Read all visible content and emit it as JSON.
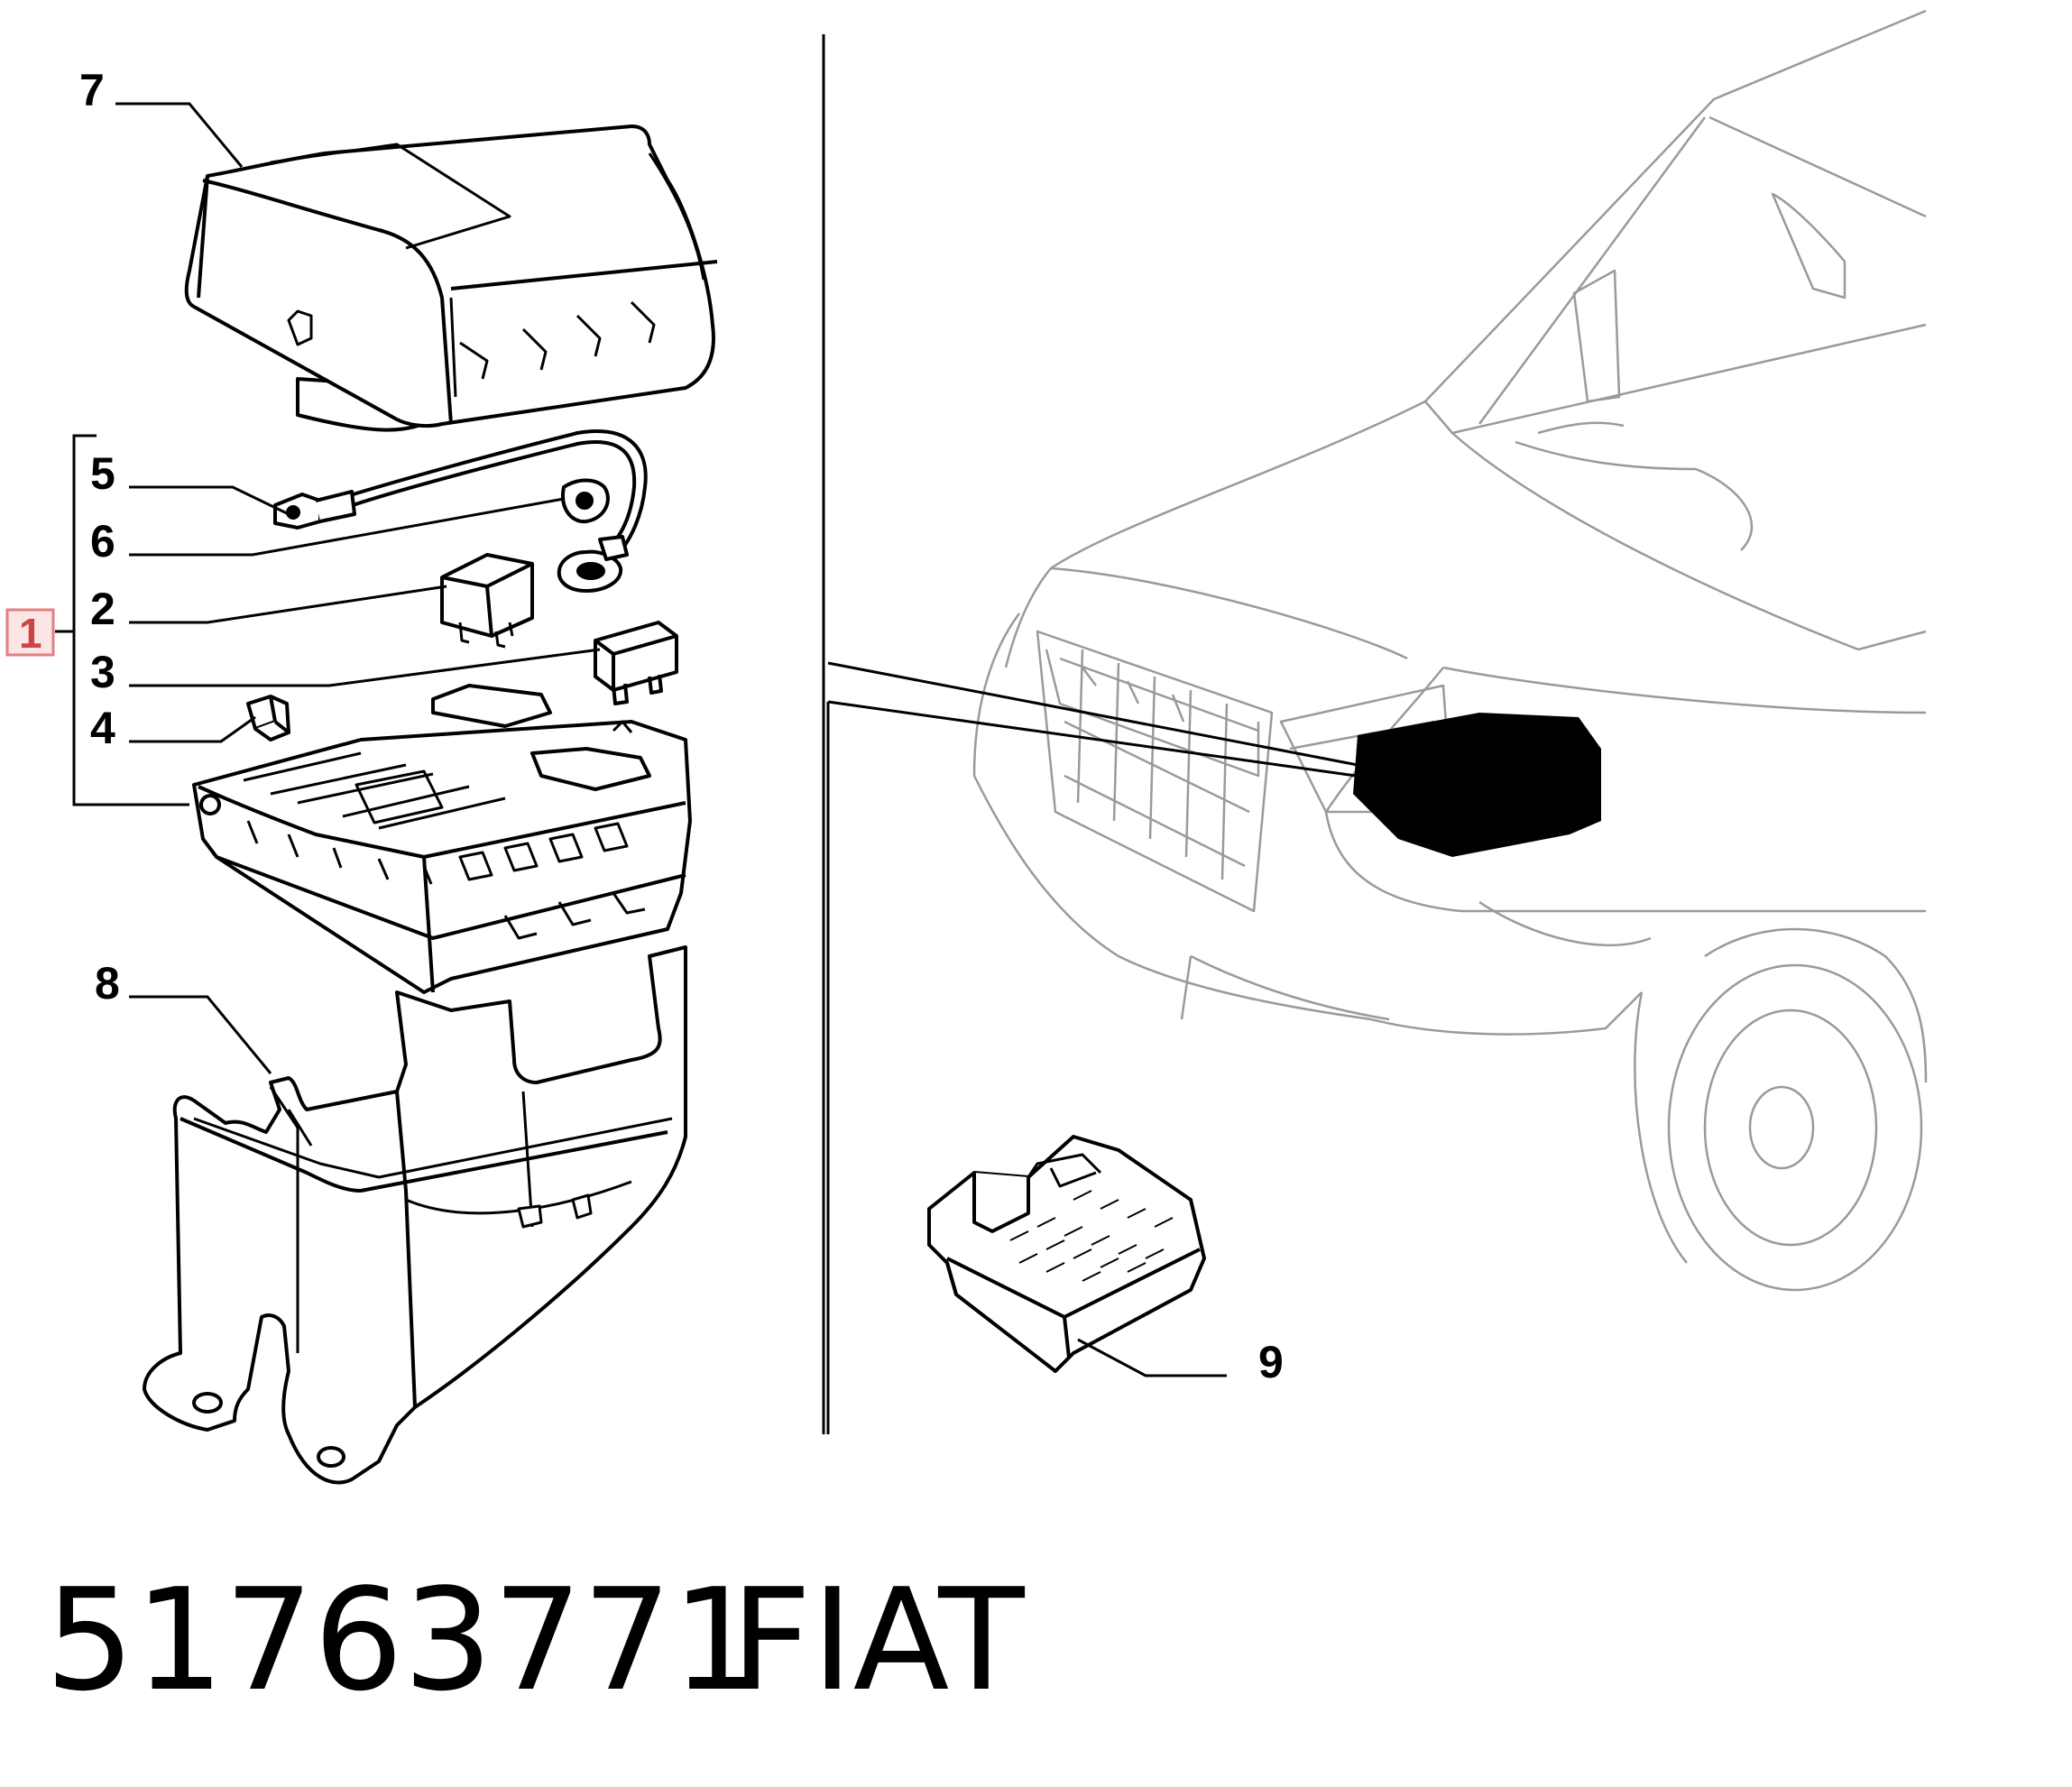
{
  "callouts": {
    "c1": "1",
    "c2": "2",
    "c3": "3",
    "c4": "4",
    "c5": "5",
    "c6": "6",
    "c7": "7",
    "c8": "8",
    "c9": "9"
  },
  "footer": {
    "part_number": "51763771",
    "brand": "FIAT"
  },
  "colors": {
    "line": "#000000",
    "car_outline": "#9a9a9a",
    "highlight_box": "#e08080",
    "highlight_fill": "#fbe5e5"
  }
}
